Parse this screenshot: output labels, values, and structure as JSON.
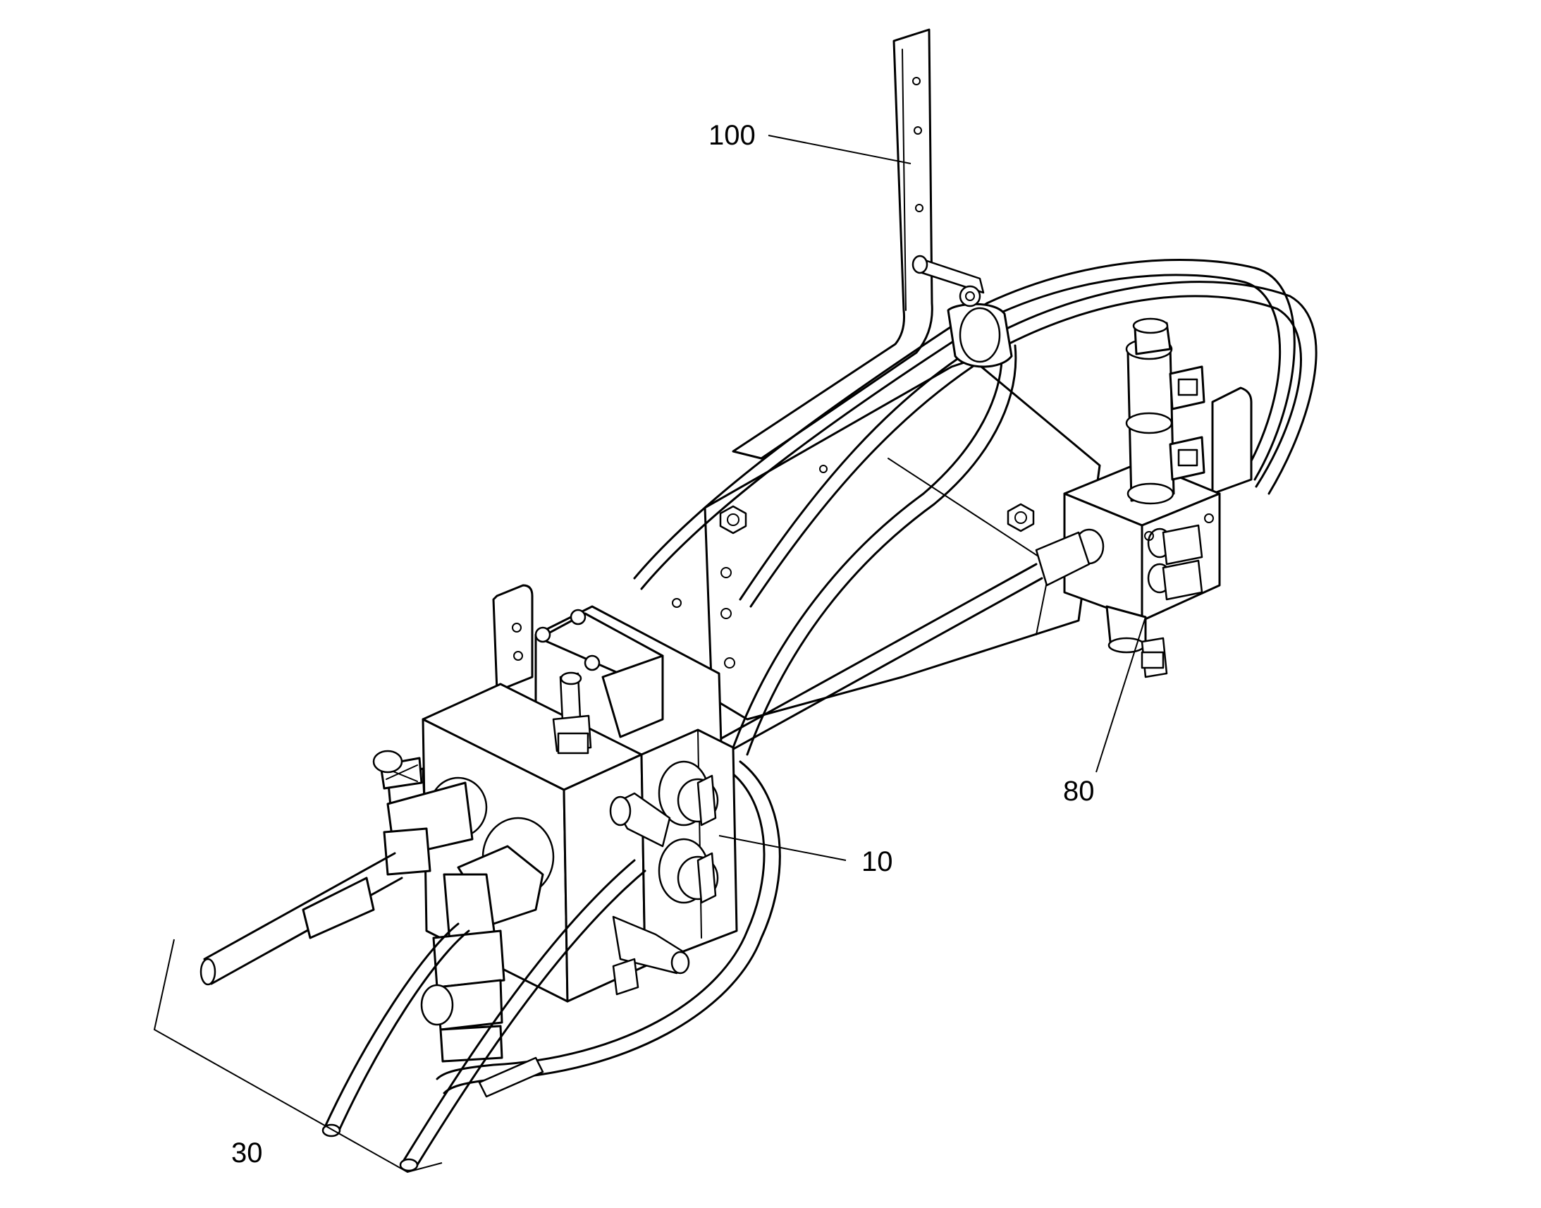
{
  "figure": {
    "labels": {
      "bracket": "100",
      "valve_block": "10",
      "solenoid_valve": "80",
      "hose_bundle": "30"
    }
  }
}
